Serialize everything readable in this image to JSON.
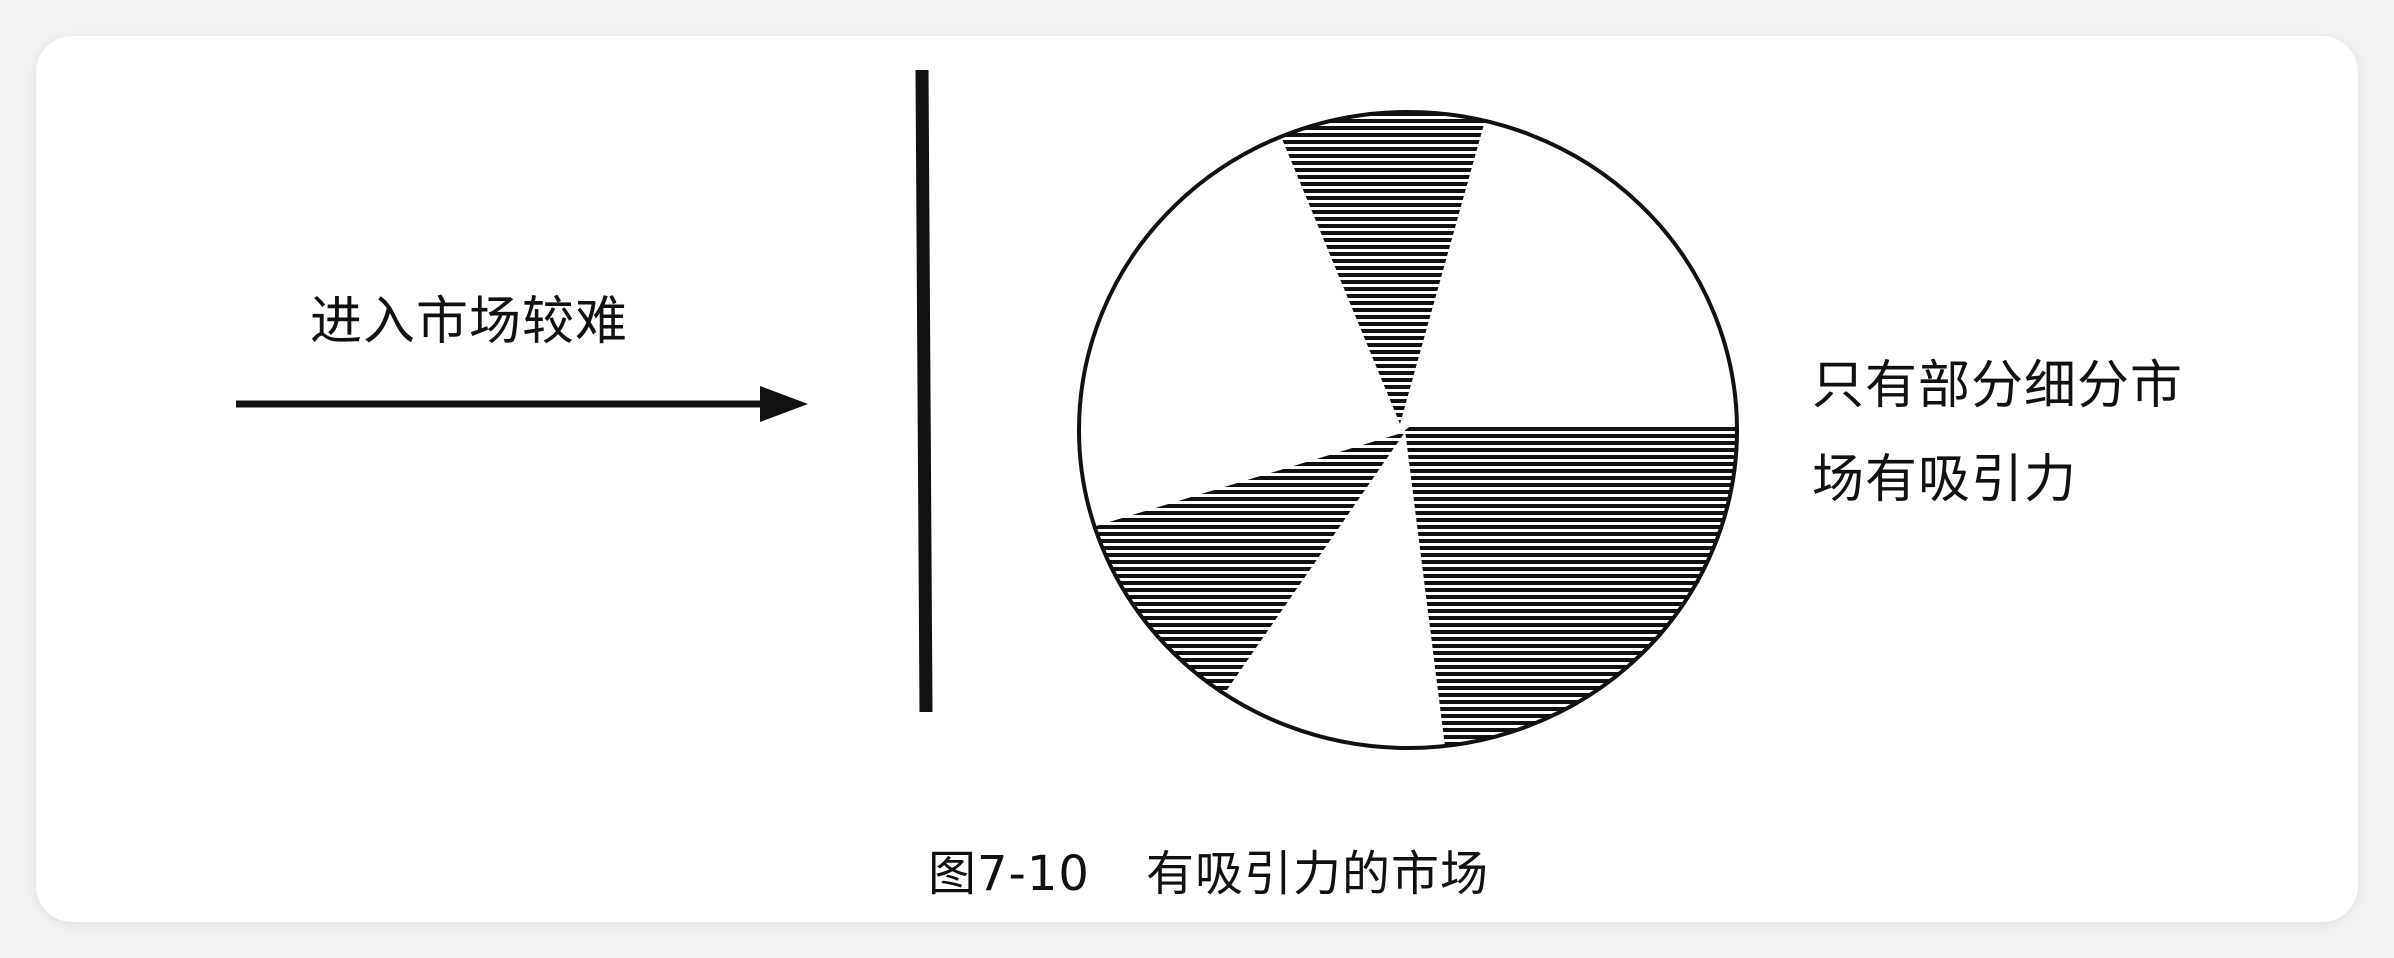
{
  "diagram": {
    "left_label": "进入市场较难",
    "right_label_line1": "只有部分细分市",
    "right_label_line2": "场有吸引力",
    "caption_number": "图7-10",
    "caption_title": "有吸引力的市场"
  }
}
